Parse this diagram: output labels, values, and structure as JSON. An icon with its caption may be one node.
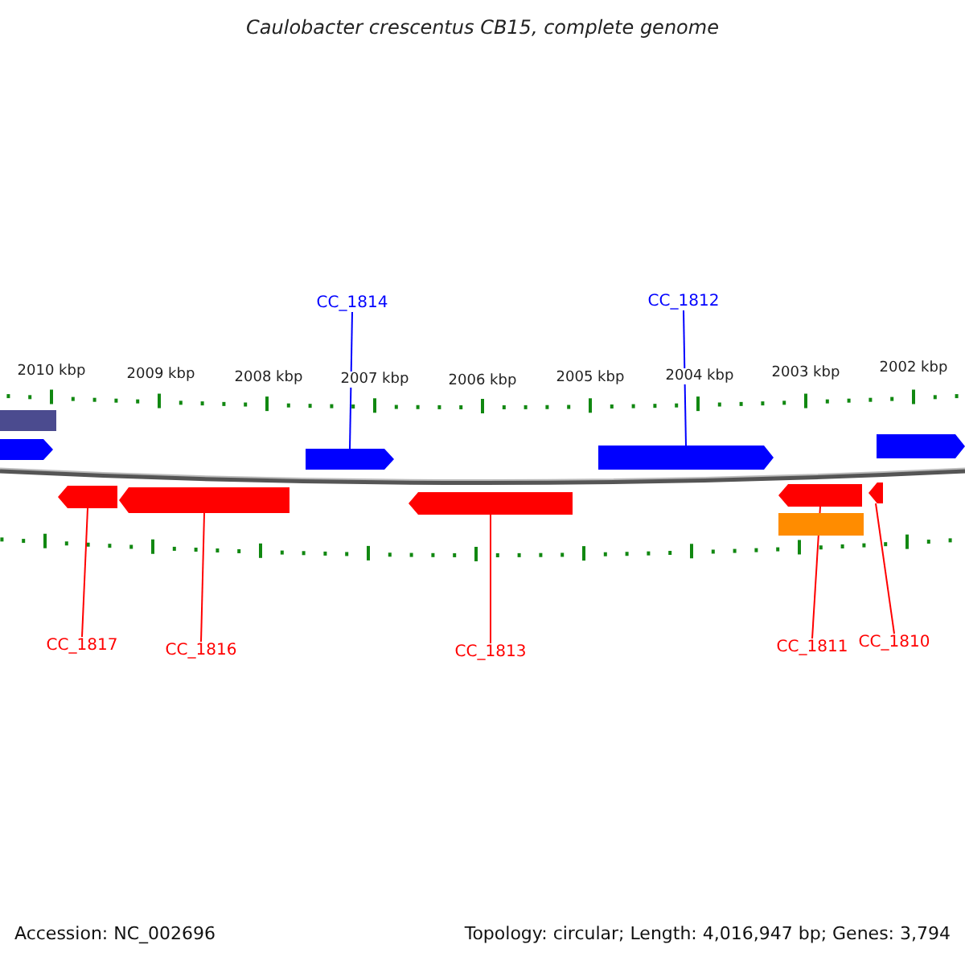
{
  "diagram": {
    "title": "Caulobacter crescentus CB15, complete genome",
    "nodes": [
      {
        "text": [
          "CC_1814"
        ]
      },
      {
        "text": [
          "CC_1812"
        ]
      },
      {
        "text": [],
        "shape": "arrow"
      },
      {
        "text": [],
        "shape": "arrow"
      },
      {
        "text": [],
        "shape": "arrow"
      },
      {
        "text": [],
        "shape": "arrow"
      },
      {
        "text": [],
        "shape": "arrow"
      },
      {
        "text": [],
        "shape": "arrow"
      },
      {
        "text": [],
        "shape": "arrow"
      },
      {
        "text": [
          "CC_1817"
        ]
      },
      {
        "text": [
          "CC_1816"
        ]
      },
      {
        "text": [
          "CC_1813"
        ]
      },
      {
        "text": [
          "CC_1811"
        ]
      },
      {
        "text": [
          "CC_1810"
        ]
      },
      {
        "text": [],
        "shape": "bar"
      },
      {
        "text": [],
        "shape": "arrow"
      },
      {
        "text": [],
        "shape": "arrow"
      },
      {
        "text": [],
        "shape": "bar"
      }
    ],
    "edges": [
      {
        "from": 0,
        "to": 2,
        "arrow": "none",
        "color": "#0000ff"
      },
      {
        "from": 1,
        "to": 3,
        "arrow": "none",
        "color": "#0000ff"
      },
      {
        "from": 9,
        "to": 4,
        "arrow": "none"
      },
      {
        "from": 10,
        "to": 5,
        "arrow": "none"
      },
      {
        "from": 11,
        "to": 6,
        "arrow": "none"
      },
      {
        "from": 12,
        "to": 7,
        "arrow": "none"
      },
      {
        "from": 13,
        "to": 8,
        "arrow": "none"
      }
    ],
    "labels": [
      "2010 kbp",
      "2009 kbp",
      "2008 kbp",
      "2007 kbp",
      "2006 kbp",
      "2005 kbp",
      "2004 kbp",
      "2003 kbp",
      "2002 kbp",
      "Accession: NC_002696",
      "Topology: circular; Length: 4,016,947 bp; Genes: 3,794"
    ]
  }
}
